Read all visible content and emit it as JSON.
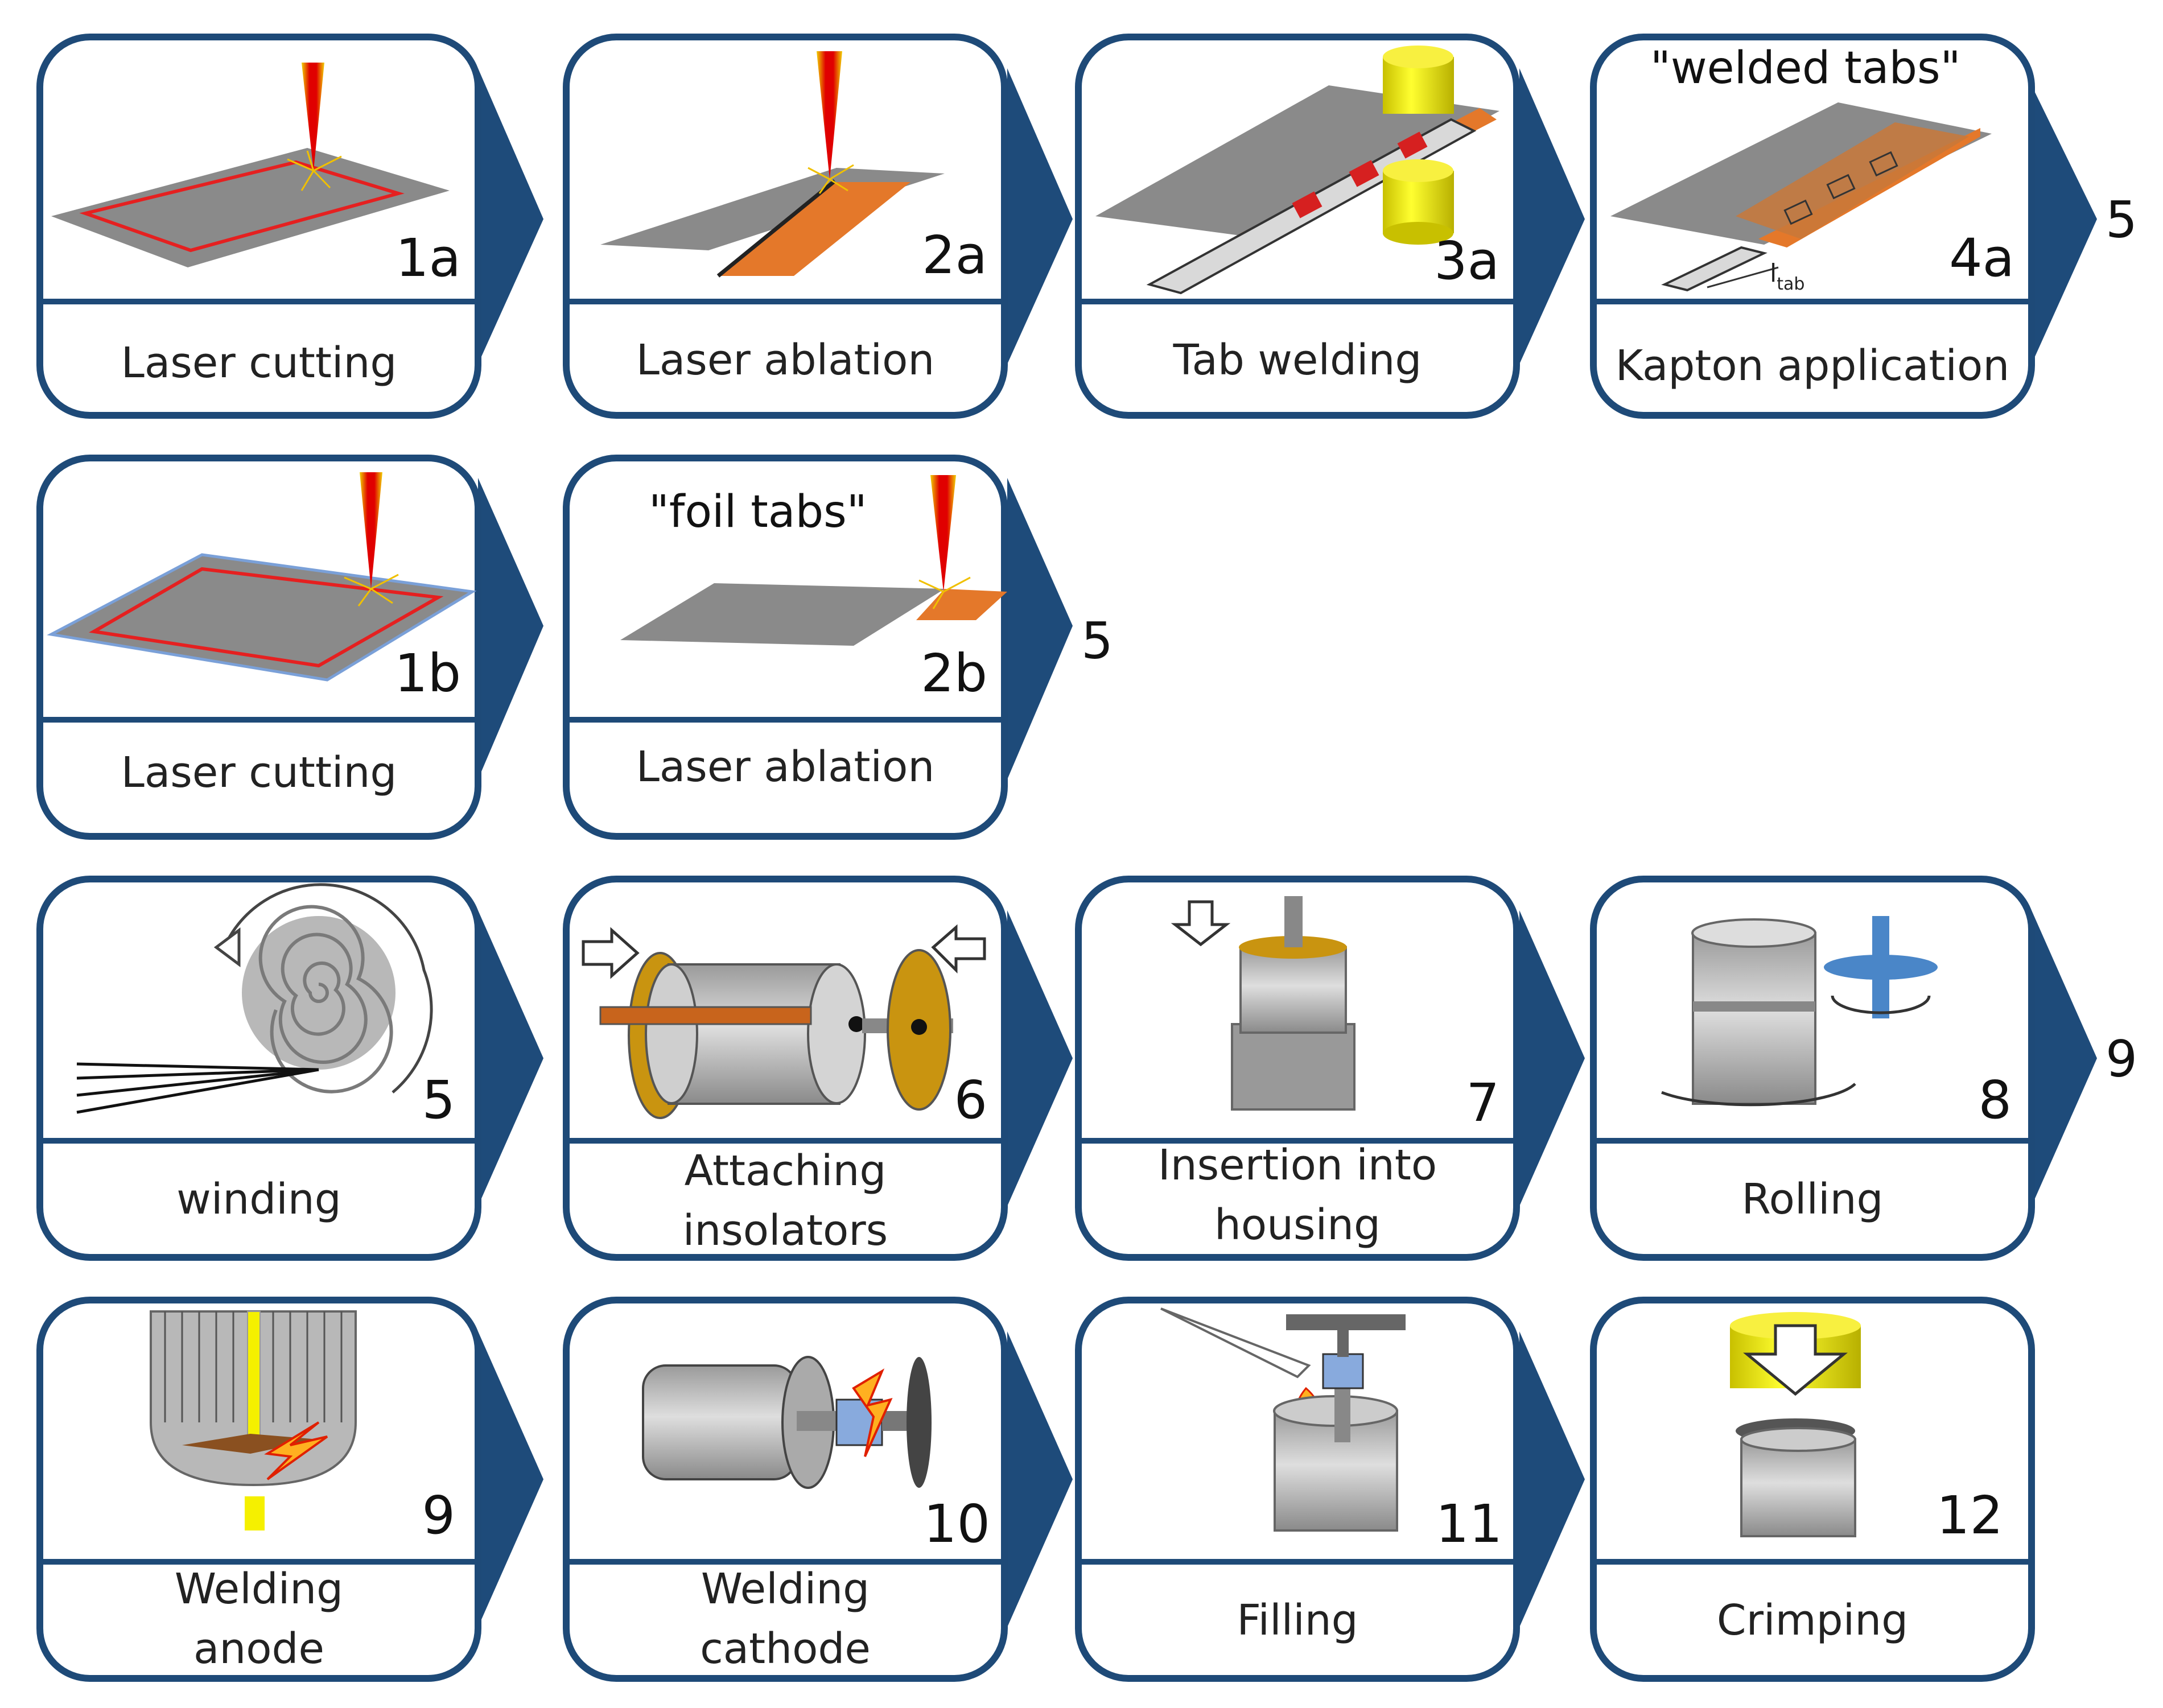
{
  "steps": [
    {
      "id": "1a",
      "label": [
        "Laser cutting"
      ]
    },
    {
      "id": "2a",
      "label": [
        "Laser ablation"
      ]
    },
    {
      "id": "3a",
      "label": [
        "Tab welding"
      ]
    },
    {
      "id": "4a",
      "label": [
        "Kapton application"
      ],
      "note": "\"welded tabs\""
    },
    {
      "id": "1b",
      "label": [
        "Laser cutting"
      ]
    },
    {
      "id": "2b",
      "label": [
        "Laser ablation"
      ],
      "note": "\"foil tabs\""
    },
    {
      "id": "5",
      "label": [
        "winding"
      ]
    },
    {
      "id": "6",
      "label": [
        "Attaching",
        "insolators"
      ]
    },
    {
      "id": "7",
      "label": [
        "Insertion into",
        "housing"
      ]
    },
    {
      "id": "8",
      "label": [
        "Rolling"
      ]
    },
    {
      "id": "9",
      "label": [
        "Welding",
        "anode"
      ]
    },
    {
      "id": "10",
      "label": [
        "Welding",
        "cathode"
      ]
    },
    {
      "id": "11",
      "label": [
        "Filling"
      ]
    },
    {
      "id": "12",
      "label": [
        "Crimping"
      ]
    }
  ],
  "continuations": {
    "row1": "5",
    "row2": "5",
    "row3": "9"
  },
  "tab_length_label": "l",
  "tab_length_subscript": "tab",
  "colors": {
    "frame": "#1e4a78",
    "arrow": "#1e4b7a",
    "foil": "#8a8a8a",
    "copper": "#e4782a",
    "laser": "#e01010",
    "tab": "#d9d9d9",
    "insulator": "#c99410",
    "yellow": "#f5f000",
    "blue": "#4a86c8"
  }
}
